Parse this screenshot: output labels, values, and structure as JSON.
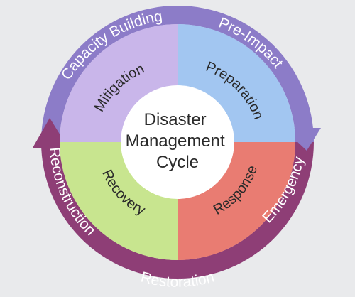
{
  "diagram": {
    "center_title": [
      "Disaster",
      "Management",
      "Cycle"
    ],
    "quadrants": [
      {
        "key": "mitigation",
        "label": "Mitigation",
        "color": "#c9b6ea"
      },
      {
        "key": "preparation",
        "label": "Preparation",
        "color": "#a2c6f1"
      },
      {
        "key": "response",
        "label": "Response",
        "color": "#e97c72"
      },
      {
        "key": "recovery",
        "label": "Recovery",
        "color": "#c8e58f"
      }
    ],
    "outer_ring": [
      {
        "key": "capacity-building",
        "label": "Capacity Building",
        "color": "#8c7cc8"
      },
      {
        "key": "pre-impact",
        "label": "Pre-Impact",
        "color": "#8c7cc8"
      },
      {
        "key": "emergency",
        "label": "Emergency",
        "color": "#8e3e76"
      },
      {
        "key": "restoration",
        "label": "Restoration",
        "color": "#8e3e76"
      },
      {
        "key": "reconstruction",
        "label": "Reconstruction",
        "color": "#8e3e76"
      }
    ],
    "colors": {
      "background": "#e9eaec",
      "center_circle": "#ffffff",
      "upper_ring": "#8c7cc8",
      "lower_ring": "#8e3e76"
    }
  }
}
